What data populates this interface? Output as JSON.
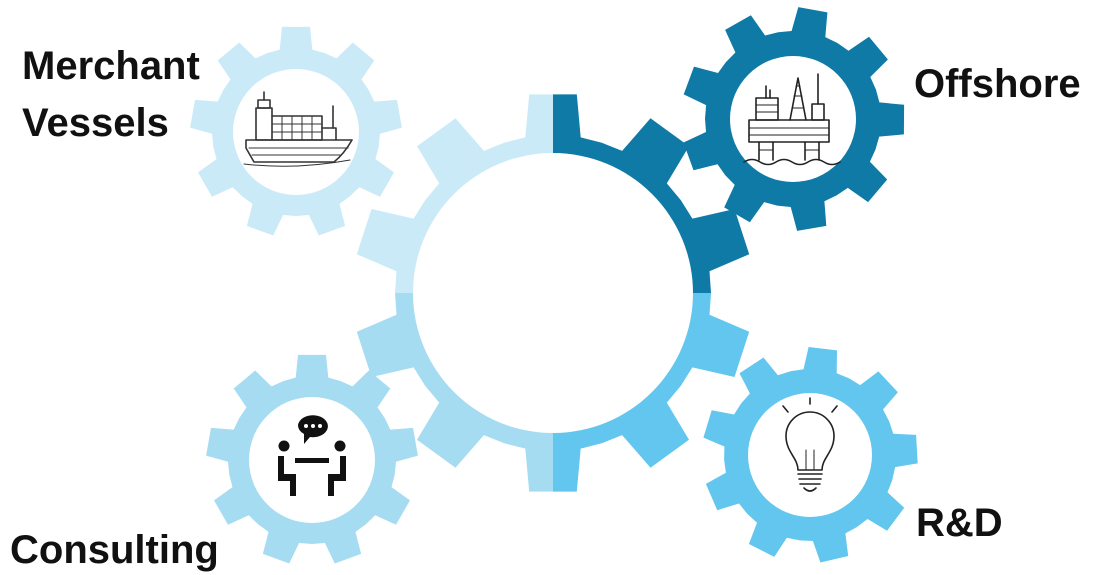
{
  "labels": {
    "merchant_line1": "Merchant",
    "merchant_line2": "Vessels",
    "offshore": "Offshore",
    "rd": "R&D",
    "consulting": "Consulting"
  },
  "colors": {
    "pale_blue": "#cbeaf8",
    "light_blue": "#a6dcf2",
    "mid_blue": "#63c6ee",
    "dark_blue": "#0f7aa5",
    "darker_blue": "#0e6e98",
    "white": "#ffffff",
    "ink": "#111111"
  },
  "gears": [
    {
      "id": "central",
      "quadrants": [
        "dark_blue",
        "mid_blue",
        "light_blue",
        "pale_blue"
      ]
    },
    {
      "id": "merchant-vessels",
      "color": "pale_blue",
      "icon": "cargo-ship-icon"
    },
    {
      "id": "offshore",
      "color": "dark_blue",
      "icon": "offshore-platform-icon"
    },
    {
      "id": "r-and-d",
      "color": "mid_blue",
      "icon": "lightbulb-icon"
    },
    {
      "id": "consulting",
      "color": "light_blue",
      "icon": "meeting-icon"
    }
  ]
}
